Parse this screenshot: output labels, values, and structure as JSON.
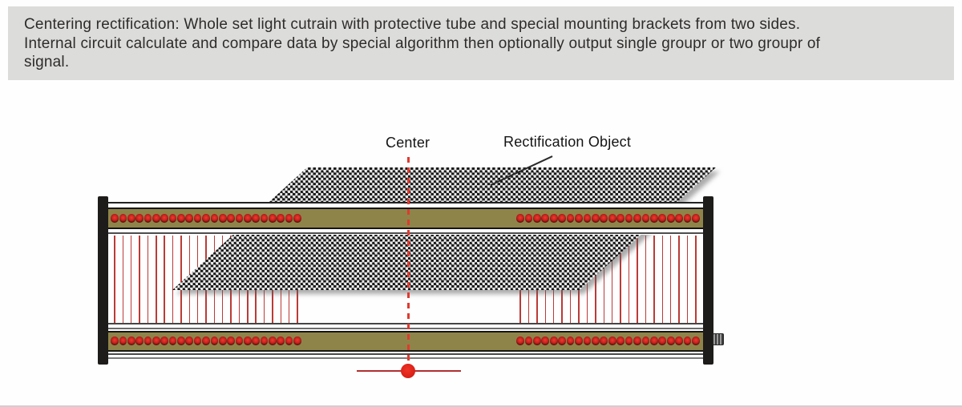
{
  "header": {
    "lines": [
      "Centering rectification: Whole set light cutrain with protective tube and special mounting brackets from two sides.",
      "Internal circuit calculate and compare data by special algorithm then optionally output single groupr or two groupr of",
      "signal."
    ]
  },
  "diagram": {
    "center_label": "Center",
    "object_label": "Rectification Object",
    "led_strips": {
      "left_group_count": 23,
      "right_group_count": 22
    },
    "colors": {
      "header_bg": "#dcdcda",
      "bar_olive": "#8e8449",
      "led_red": "#c3201c",
      "beam_red": "#bb3a36",
      "center_line_red": "#e03a2f",
      "checker_dark": "#171717",
      "checker_light": "#eaeaea",
      "bracket_black": "#1d1c1a"
    }
  }
}
